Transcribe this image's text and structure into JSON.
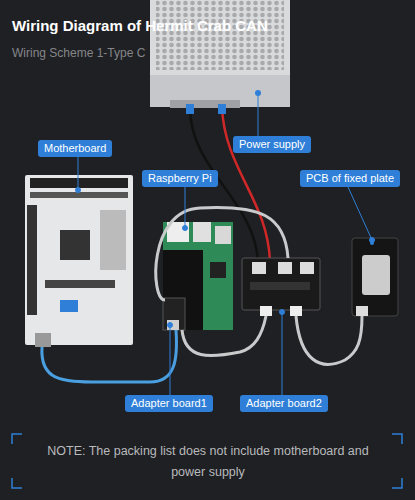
{
  "diagram": {
    "title": "Wiring Diagram of Hermit Crab CAN",
    "nodes": [
      {
        "text": [
          "Power supply"
        ]
      },
      {
        "text": [
          "Motherboard"
        ]
      },
      {
        "text": [
          "Raspberry Pi"
        ]
      },
      {
        "text": [
          "PCB of fixed plate"
        ]
      },
      {
        "text": [
          "Adapter board1"
        ]
      },
      {
        "text": [
          "Adapter board2"
        ]
      }
    ],
    "labels": [
      "Wiring Scheme 1-Type C",
      "NOTE: The packing list does not include motherboard and power supply"
    ]
  }
}
